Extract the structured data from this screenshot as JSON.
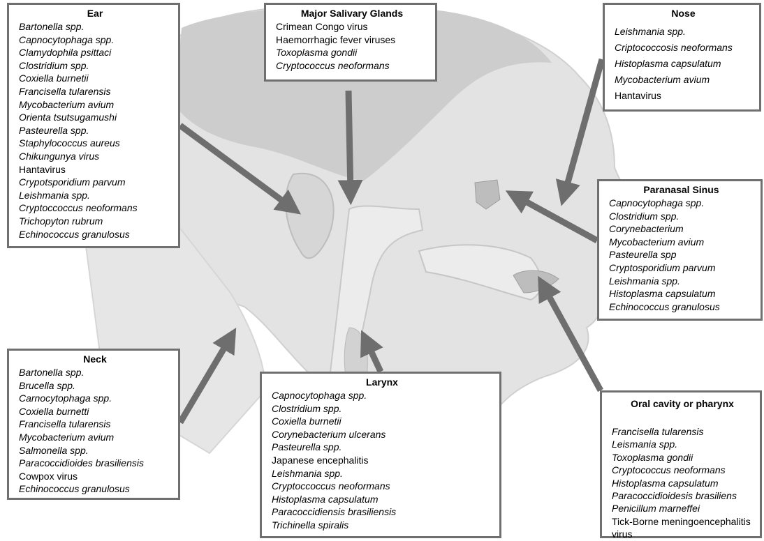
{
  "colors": {
    "arrow": "#6e6e6e",
    "border": "#707070",
    "silhouette": "#e3e3e3",
    "hair": "#cdcdcd"
  },
  "boxes": {
    "ear": {
      "title": "Ear",
      "items": [
        {
          "text": "Bartonella spp.",
          "italic": true
        },
        {
          "text": "Capnocytophaga spp.",
          "italic": true
        },
        {
          "text": "Clamydophila psittaci",
          "italic": true
        },
        {
          "text": "Clostridium spp.",
          "italic": true
        },
        {
          "text": "Coxiella burnetii",
          "italic": true
        },
        {
          "text": "Francisella tularensis",
          "italic": true
        },
        {
          "text": "Mycobacterium avium",
          "italic": true
        },
        {
          "text": "Orienta tsutsugamushi",
          "italic": true
        },
        {
          "text": "Pasteurella spp.",
          "italic": true
        },
        {
          "text": "Staphylococcus aureus",
          "italic": true
        },
        {
          "text": "Chikungunya virus",
          "italic": true
        },
        {
          "text": "Hantavirus",
          "italic": false
        },
        {
          "text": "Crypotsporidium parvum",
          "italic": true
        },
        {
          "text": "Leishmania spp.",
          "italic": true
        },
        {
          "text": "Cryptoccoccus neoformans",
          "italic": true
        },
        {
          "text": "Trichopyton rubrum",
          "italic": true
        },
        {
          "text": "Echinococcus granulosus",
          "italic": true
        }
      ]
    },
    "salivary": {
      "title": "Major Salivary Glands",
      "items": [
        {
          "text": "Crimean Congo virus",
          "italic": false
        },
        {
          "text": "Haemorrhagic fever viruses",
          "italic": false
        },
        {
          "text": "Toxoplasma gondii",
          "italic": true
        },
        {
          "text": "Cryptococcus neoformans",
          "italic": true
        }
      ]
    },
    "nose": {
      "title": "Nose",
      "items": [
        {
          "text": "Leishmania spp.",
          "italic": true
        },
        {
          "text": "Criptococcosis neoformans",
          "italic": true
        },
        {
          "text": "Histoplasma capsulatum",
          "italic": true
        },
        {
          "text": "Mycobacterium avium",
          "italic": true
        },
        {
          "text": "Hantavirus",
          "italic": false
        }
      ]
    },
    "sinus": {
      "title": "Paranasal Sinus",
      "items": [
        {
          "text": "Capnocytophaga spp.",
          "italic": true
        },
        {
          "text": "Clostridium spp.",
          "italic": true
        },
        {
          "text": "Corynebacterium",
          "italic": true
        },
        {
          "text": "Mycobacterium avium",
          "italic": true
        },
        {
          "text": "Pasteurella spp",
          "italic": true
        },
        {
          "text": "Cryptosporidium parvum",
          "italic": true
        },
        {
          "text": "Leishmania spp.",
          "italic": true
        },
        {
          "text": "Histoplasma capsulatum",
          "italic": true
        },
        {
          "text": "Echinococcus granulosus",
          "italic": true
        }
      ]
    },
    "neck": {
      "title": "Neck",
      "items": [
        {
          "text": "Bartonella spp.",
          "italic": true
        },
        {
          "text": "Brucella spp.",
          "italic": true
        },
        {
          "text": "Carnocytophaga spp.",
          "italic": true
        },
        {
          "text": "Coxiella burnetti",
          "italic": true
        },
        {
          "text": "Francisella tularensis",
          "italic": true
        },
        {
          "text": "Mycobacterium avium",
          "italic": true
        },
        {
          "text": "Salmonella spp.",
          "italic": true
        },
        {
          "text": "Paracoccidioides brasiliensis",
          "italic": true
        },
        {
          "text": "Cowpox virus",
          "italic": false
        },
        {
          "text": "Echinococcus granulosus",
          "italic": true
        }
      ]
    },
    "larynx": {
      "title": "Larynx",
      "items": [
        {
          "text": "Capnocytophaga spp.",
          "italic": true
        },
        {
          "text": "Clostridium spp.",
          "italic": true
        },
        {
          "text": "Coxiella burnetii",
          "italic": true
        },
        {
          "text": "Corynebacterium ulcerans",
          "italic": true
        },
        {
          "text": "Pasteurella spp.",
          "italic": true
        },
        {
          "text": "Japanese encephalitis",
          "italic": false
        },
        {
          "text": "Leishmania spp.",
          "italic": true
        },
        {
          "text": "Cryptoccoccus neoformans",
          "italic": true
        },
        {
          "text": "Histoplasma capsulatum",
          "italic": true
        },
        {
          "text": "Paracoccidiensis brasiliensis",
          "italic": true
        },
        {
          "text": "Trichinella spiralis",
          "italic": true
        }
      ]
    },
    "oral": {
      "title": "Oral cavity or pharynx",
      "items": [
        {
          "text": "Francisella tularensis",
          "italic": true
        },
        {
          "text": "Leismania spp.",
          "italic": true
        },
        {
          "text": "Toxoplasma gondii",
          "italic": true
        },
        {
          "text": "Cryptococcus neoformans",
          "italic": true
        },
        {
          "text": "Histoplasma capsulatum",
          "italic": true
        },
        {
          "text": "Paracoccidioidesis brasiliens",
          "italic": true
        },
        {
          "text": "Penicillum marneffei",
          "italic": true
        },
        {
          "text": "Tick-Borne meningoencephalitis",
          "italic": false
        },
        {
          "text": "virus",
          "italic": false
        }
      ]
    }
  }
}
